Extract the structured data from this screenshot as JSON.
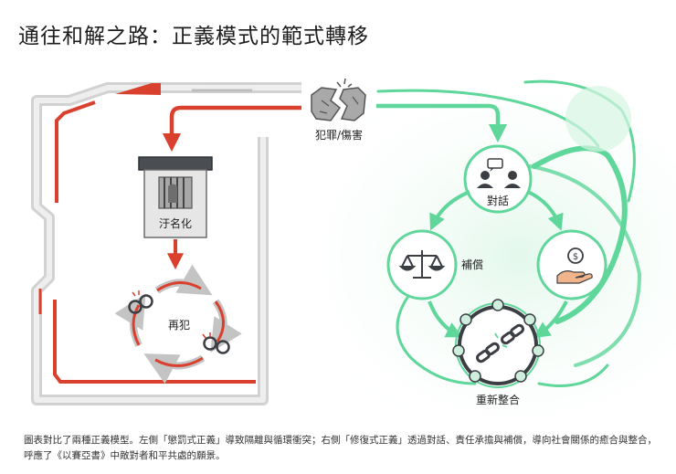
{
  "title": "通往和解之路：正義模式的範式轉移",
  "labels": {
    "crime": "犯罪/傷害",
    "stigma": "汙名化",
    "recidivism": "再犯",
    "dialogue": "對話",
    "compensation": "補償",
    "reintegration": "重新整合"
  },
  "caption": "圖表對比了兩種正義模型。左側「懲罰式正義」導致隔離與循環衝突；右側「修復式正義」透過對話、責任承擔與補償，導向社會關係的癒合與整合，呼應了《以賽亞書》中敵對者和平共處的願景。",
  "colors": {
    "punitive": "#d9412e",
    "restorative": "#5fd69a",
    "frame": "#c9c9c9",
    "dark_icon": "#3b3f44"
  }
}
